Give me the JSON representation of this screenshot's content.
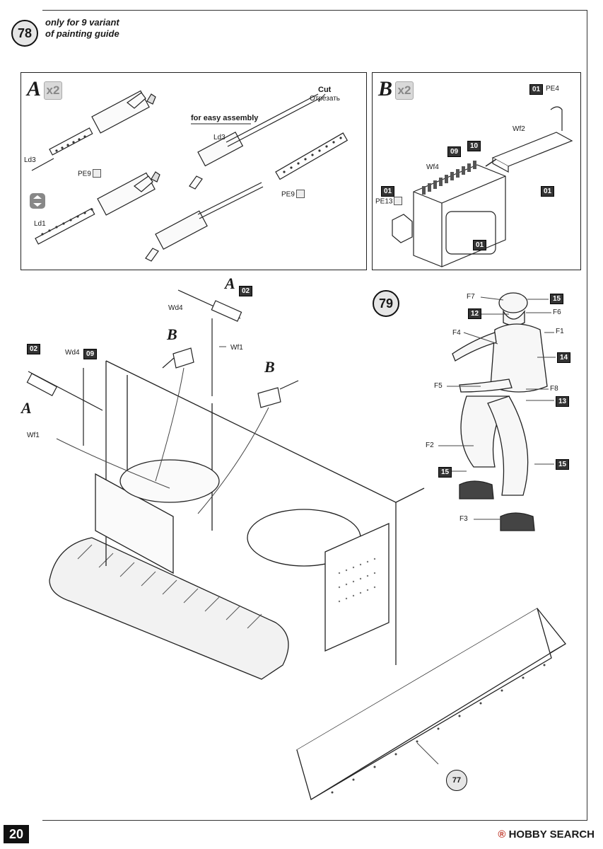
{
  "step78": {
    "number": "78",
    "note_line1": "only for 9 variant",
    "note_line2": "of painting guide"
  },
  "panelA": {
    "letter": "A",
    "multiplier": "x2",
    "labels": {
      "ld3_a": "Ld3",
      "pe9_a": "PE9",
      "ld1": "Ld1",
      "easy": "for easy assembly",
      "ld3_b": "Ld3",
      "cut": "Cut",
      "cut_ru": "Отрезать",
      "pe9_b": "PE9"
    }
  },
  "panelB": {
    "letter": "B",
    "multiplier": "x2",
    "labels": {
      "pe4": "PE4",
      "tag_pe4": "01",
      "wf2": "Wf2",
      "tag_wf2": "01",
      "tag_09": "09",
      "tag_10": "10",
      "wf4": "Wf4",
      "tag_pe13": "01",
      "pe13": "PE13",
      "tag_box": "01"
    }
  },
  "main": {
    "callouts": {
      "a_top": "A",
      "tag_02_top": "02",
      "wd4_top": "Wd4",
      "b_left": "B",
      "wf1_right": "Wf1",
      "b_right": "B",
      "tag_02_left": "02",
      "wd4_left": "Wd4",
      "tag_09_left": "09",
      "a_left": "A",
      "wf1_left": "Wf1",
      "step77": "77"
    }
  },
  "step79": {
    "number": "79",
    "labels": {
      "f7": "F7",
      "tag_15a": "15",
      "tag_12": "12",
      "f6": "F6",
      "f1": "F1",
      "f4": "F4",
      "tag_14": "14",
      "f5": "F5",
      "f8": "F8",
      "tag_13": "13",
      "f2": "F2",
      "tag_15b": "15",
      "tag_15c": "15",
      "f3": "F3"
    }
  },
  "footer": {
    "page": "20",
    "watermark_brand": "HOBBY SEARCH",
    "watermark_mark": "®"
  }
}
